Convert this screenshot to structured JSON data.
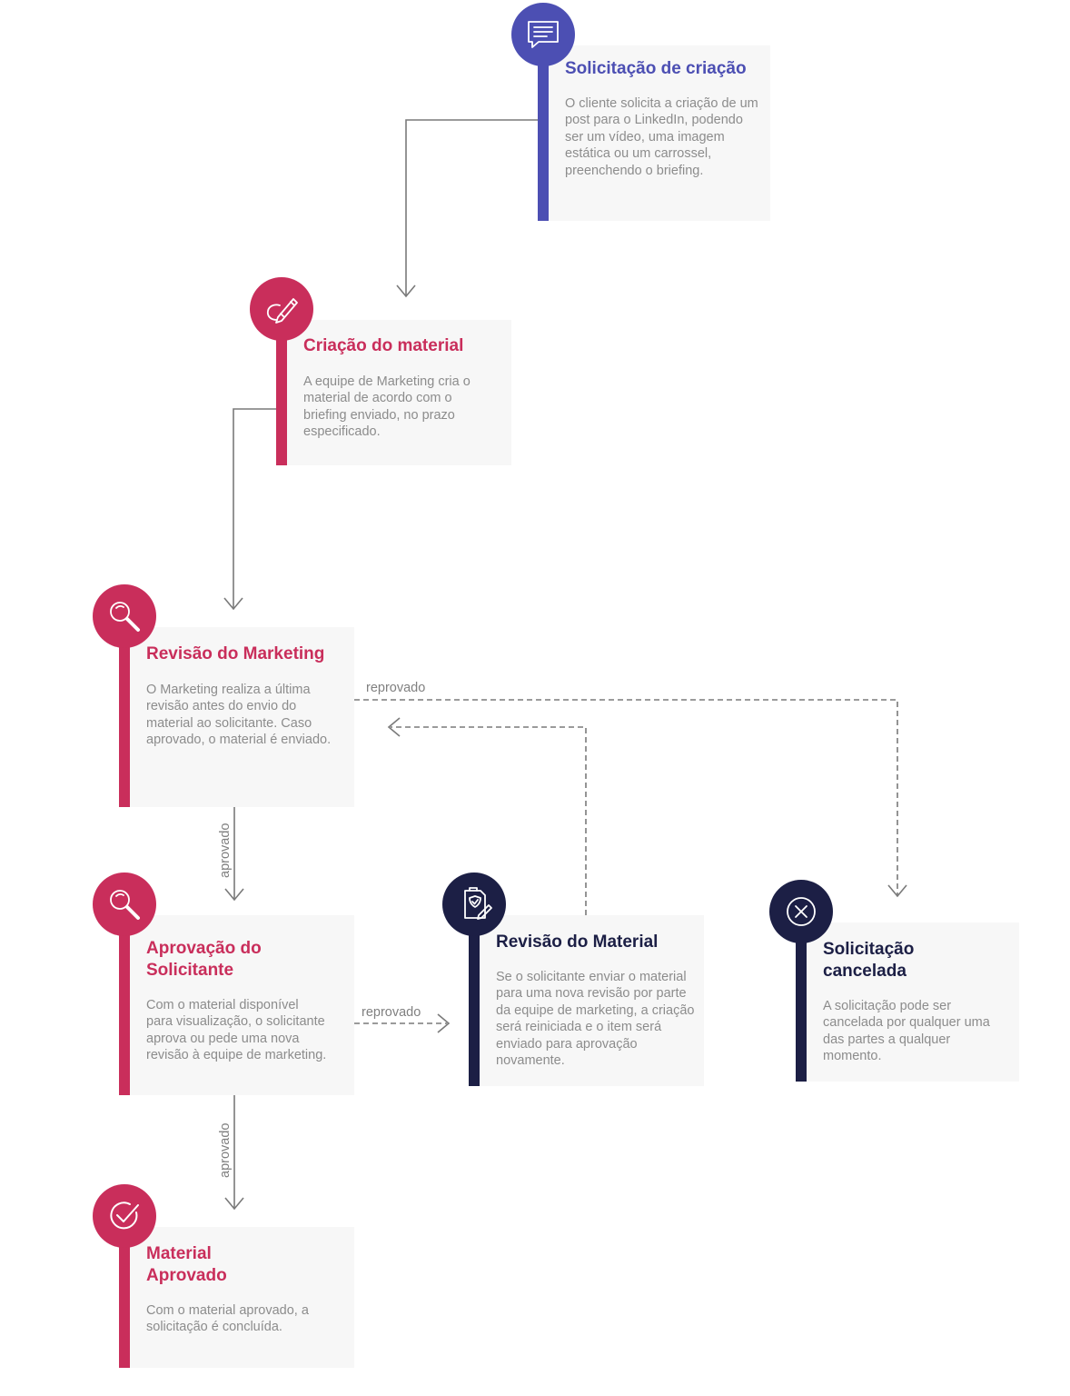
{
  "colors": {
    "blue": "#4c4fb3",
    "crimson": "#c92e5b",
    "navy": "#1c1f45",
    "card_bg": "#f7f7f7",
    "line": "#7a7a7a"
  },
  "steps": {
    "solicitacao": {
      "title": "Solicitação de criação",
      "text": "O cliente solicita a criação de um post para o LinkedIn, podendo ser um vídeo, uma imagem estática ou um carrossel, preenchendo o briefing.",
      "icon": "chat-bubble-icon"
    },
    "criacao": {
      "title": "Criação do material",
      "text": "A equipe de Marketing cria o material de acordo com o briefing enviado, no prazo especificado.",
      "icon": "pencil-brush-icon"
    },
    "revisao_marketing": {
      "title": "Revisão do Marketing",
      "text": "O Marketing realiza a última revisão antes do envio do material ao solicitante. Caso aprovado, o material é enviado.",
      "icon": "magnifier-icon"
    },
    "aprovacao": {
      "title": "Aprovação do Solicitante",
      "text": "Com o material disponível para visualização, o solicitante aprova ou pede uma nova revisão à equipe de marketing.",
      "icon": "magnifier-icon"
    },
    "revisao_material": {
      "title": "Revisão do Material",
      "text": "Se o solicitante enviar o material para uma nova revisão por parte da equipe de marketing, a criação será reiniciada e o item será enviado para aprovação novamente.",
      "icon": "document-edit-icon"
    },
    "cancelada": {
      "title": "Solicitação cancelada",
      "text": "A solicitação pode ser cancelada por qualquer uma das partes a qualquer momento.",
      "icon": "cancel-x-icon"
    },
    "aprovado": {
      "title": "Material Aprovado",
      "text": "Com o material aprovado, a solicitação é concluída.",
      "icon": "check-circle-icon"
    }
  },
  "edges": {
    "reprovado_marketing": "reprovado",
    "reprovado_solicitante": "reprovado",
    "aprovado_marketing": "aprovado",
    "aprovado_solicitante": "aprovado"
  }
}
